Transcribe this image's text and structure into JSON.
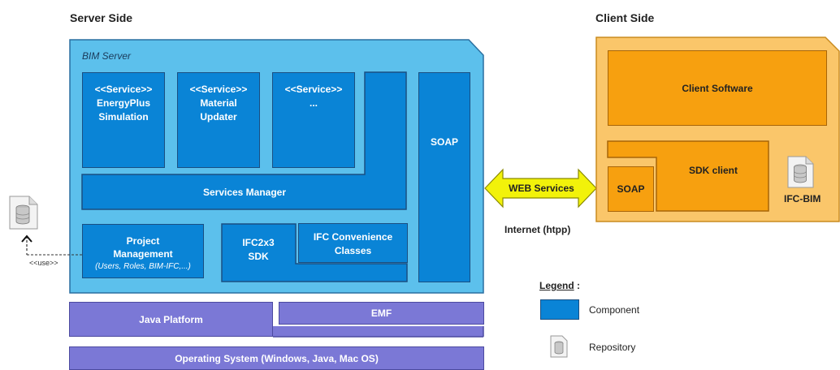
{
  "server": {
    "title": "Server Side",
    "bim_label": "BIM Server",
    "services": [
      {
        "label": "<<Service>>\nEnergyPlus\nSimulation"
      },
      {
        "label": "<<Service>>\nMaterial\nUpdater"
      },
      {
        "label": "<<Service>>\n..."
      }
    ],
    "services_manager": "Services Manager",
    "soap": "SOAP",
    "project_mgmt": {
      "title": "Project\nManagement",
      "sub": "(Users, Roles, BIM-IFC,...)"
    },
    "ifc_sdk": "IFC2x3\nSDK",
    "ifc_convenience": "IFC Convenience\nClasses",
    "java_platform": "Java Platform",
    "emf": "EMF",
    "os": "Operating System (Windows, Java, Mac OS)",
    "use_label": "<<use>>"
  },
  "client": {
    "title": "Client Side",
    "client_software": "Client Software",
    "sdk_client": "SDK client",
    "soap": "SOAP",
    "repo_label": "IFC-BIM"
  },
  "connection": {
    "web_services": "WEB Services",
    "internet": "Internet (htpp)"
  },
  "legend": {
    "title": "Legend",
    "colon": ":",
    "component": "Component",
    "repository": "Repository",
    "component_color": "#0a84d6"
  },
  "colors": {
    "server_bg": "#5cc0ec",
    "component": "#0a84d6",
    "platform": "#7b78d6",
    "client_bg": "#fac66a",
    "client_component": "#f7a00f",
    "arrow": "#f2f20a"
  }
}
